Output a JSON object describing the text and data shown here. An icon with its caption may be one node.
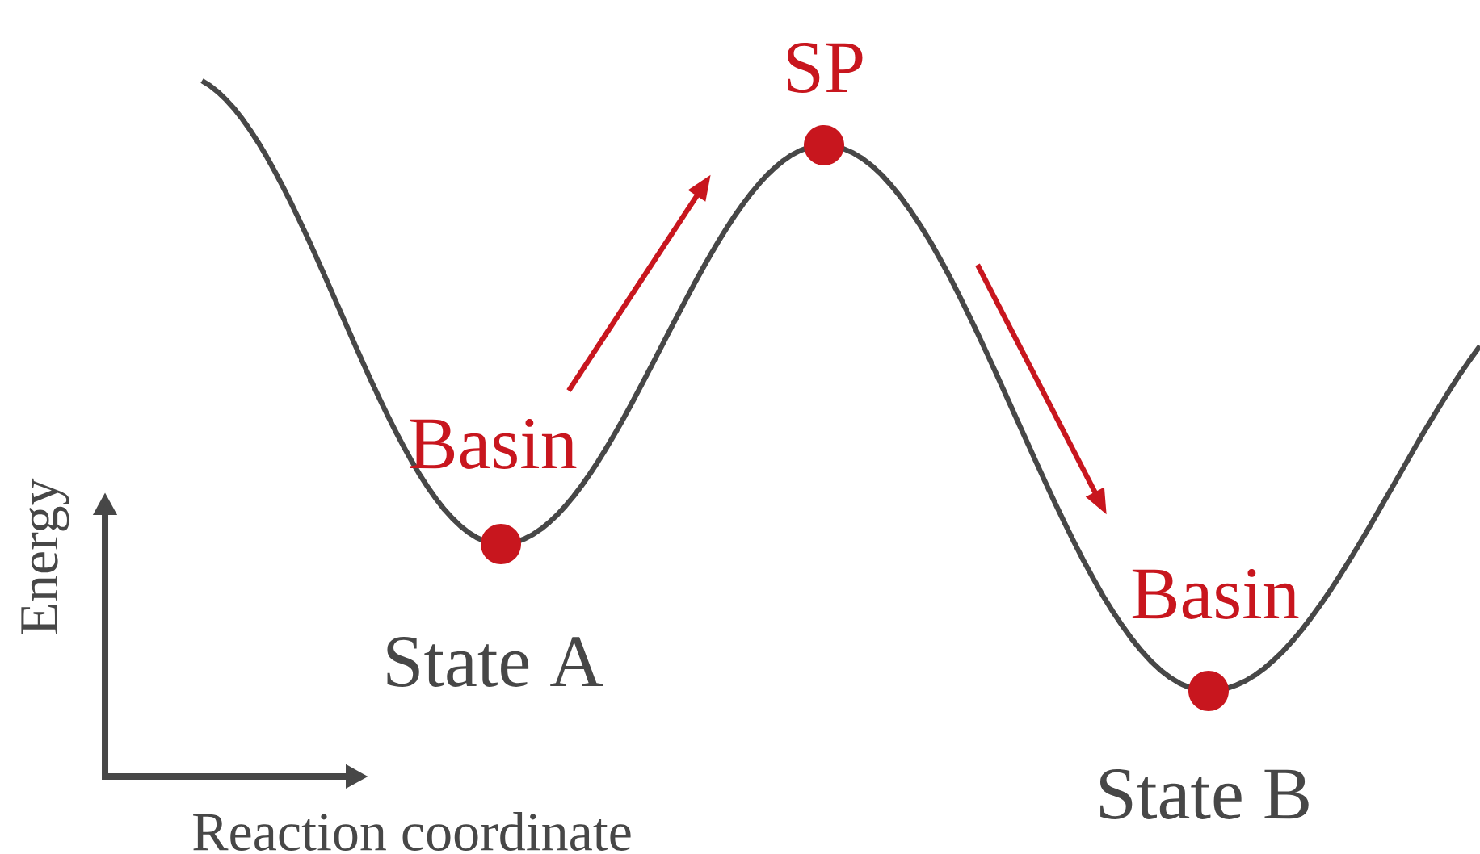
{
  "diagram": {
    "nodes": [
      {
        "text": [
          "Basin"
        ],
        "beside": [
          "State A"
        ]
      },
      {
        "text": [
          "SP"
        ]
      },
      {
        "text": [
          "Basin"
        ],
        "beside": [
          "State B"
        ]
      }
    ],
    "labels": [
      "Energy",
      "Reaction coordinate"
    ]
  }
}
